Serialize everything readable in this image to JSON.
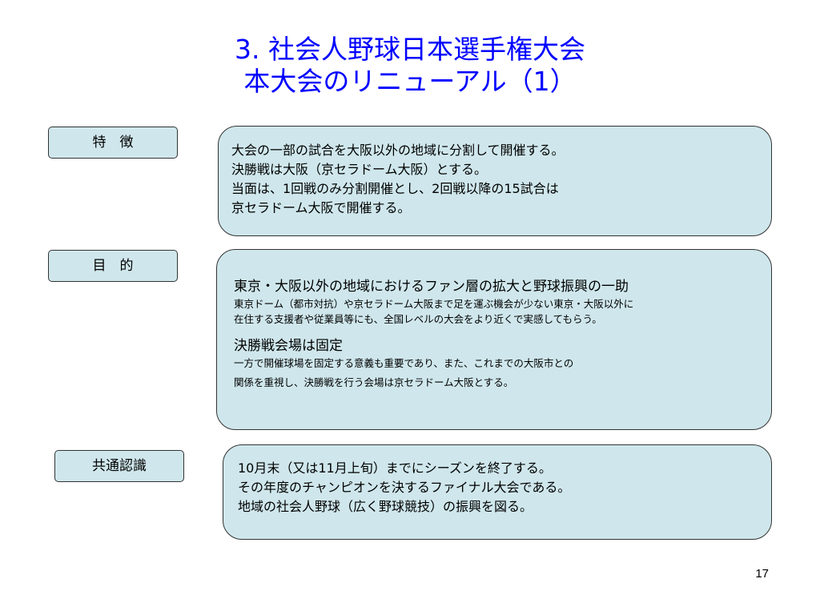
{
  "title": {
    "line1": "3. 社会人野球日本選手権大会",
    "line2": "本大会のリニューアル（1）"
  },
  "sections": {
    "features": {
      "label": "特　徴",
      "lines": [
        "大会の一部の試合を大阪以外の地域に分割して開催する。",
        "決勝戦は大阪（京セラドーム大阪）とする。",
        "当面は、1回戦のみ分割開催とし、2回戦以降の15試合は",
        "京セラドーム大阪で開催する。"
      ]
    },
    "purpose": {
      "label": "目　的",
      "heading1": "東京・大阪以外の地域におけるファン層の拡大と野球振興の一助",
      "detail1": [
        "東京ドーム（都市対抗）や京セラドーム大阪まで足を運ぶ機会が少ない東京・大阪以外に",
        "在住する支援者や従業員等にも、全国レベルの大会をより近くで実感してもらう。"
      ],
      "heading2": "決勝戦会場は固定",
      "detail2": [
        "一方で開催球場を固定する意義も重要であり、また、これまでの大阪市との",
        "関係を重視し、決勝戦を行う会場は京セラドーム大阪とする。"
      ]
    },
    "common": {
      "label": "共通認識",
      "lines": [
        "10月末（又は11月上旬）までにシーズンを終了する。",
        "その年度のチャンピオンを決するファイナル大会である。",
        "地域の社会人野球（広く野球競技）の振興を図る。"
      ]
    }
  },
  "page_number": "17",
  "colors": {
    "title": "#0000ff",
    "box_fill": "#cfe7ec",
    "border": "#333333"
  }
}
